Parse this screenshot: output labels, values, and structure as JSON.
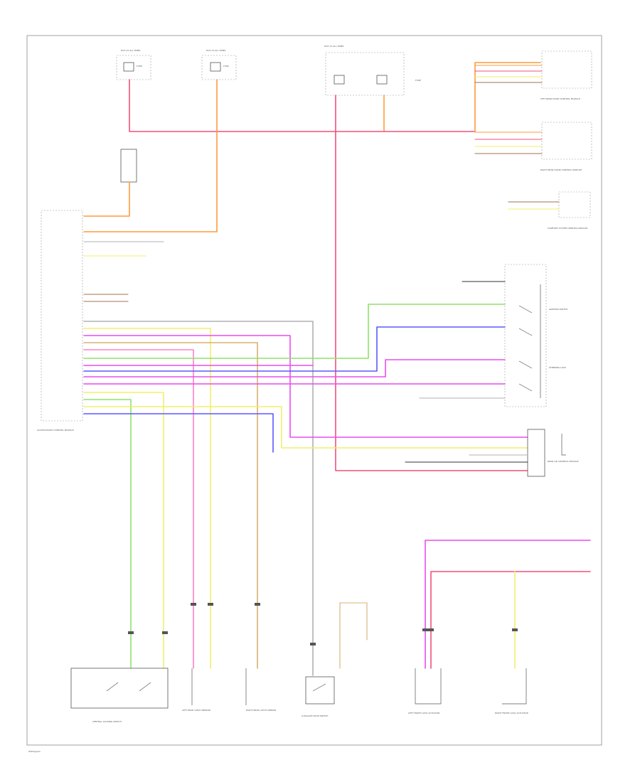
{
  "colors": {
    "red": "#f0507a",
    "orange": "#ff9a3c",
    "yellow": "#f2ef6a",
    "green": "#8de26a",
    "blue": "#5a5aff",
    "violet": "#e84cf0",
    "pink": "#ff80c8",
    "brown": "#a07050",
    "gray": "#b0b0b0",
    "black": "#333333",
    "tan": "#d8b070"
  },
  "labels": {
    "module_left": "ACCESS/START CONTROL MODULE",
    "central_locking_switch": "CENTRAL LOCKING SWITCH",
    "left_door_sensor": "LEFT REAR LATCH SENSOR",
    "right_door_sensor": "RIGHT REAR LATCH SENSOR",
    "luggage_switch": "LUGGAGE DOOR SWITCH",
    "lf_latch": "LEFT FRONT LOCK ACTUATOR",
    "rf_latch": "RIGHT FRONT LOCK ACTUATOR",
    "left_rear_ctrl": "LEFT REAR DOOR CONTROL MODULE",
    "right_rear_ctrl": "RIGHT REAR DOOR CONTROL MODULE",
    "comfort_module": "COMFORT SYSTEM CENTRAL MODULE",
    "ignition_switch": "IGNITION SWITCH",
    "steering_lock": "STEERING LOCK",
    "rear_lid_module": "REAR LID CONTROL MODULE",
    "fuse_box_1": "HOT AT ALL TIMES",
    "fuse_box_2": "HOT AT ALL TIMES",
    "fuse_box_3": "HOT AT ALL TIMES",
    "footer": "W/Diagram"
  }
}
